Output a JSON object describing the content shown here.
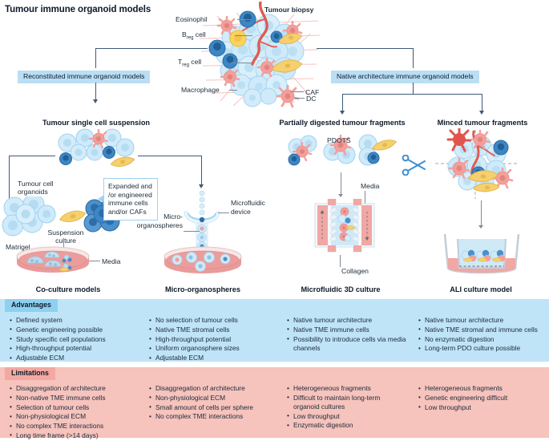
{
  "figure": {
    "title": "Tumour immune organoid models",
    "biopsy_label": "Tumour biopsy",
    "biopsy_annotations": [
      {
        "name": "eosinophil",
        "text": "Eosinophil"
      },
      {
        "name": "breg-cell",
        "text": "B",
        "sub": "reg",
        "suffix": " cell"
      },
      {
        "name": "treg-cell",
        "text": "T",
        "sub": "reg",
        "suffix": " cell"
      },
      {
        "name": "macrophage",
        "text": "Macrophage"
      },
      {
        "name": "caf",
        "text": "CAF"
      },
      {
        "name": "dc",
        "text": "DC"
      }
    ],
    "branch_boxes": [
      {
        "name": "reconstituted",
        "label": "Reconstituted immune organoid models"
      },
      {
        "name": "native",
        "label": "Native architecture immune organoid models"
      }
    ],
    "column_headers": [
      {
        "name": "tumour-single-cell-suspension",
        "label": "Tumour single cell suspension"
      },
      {
        "name": "partially-digested-tumour-fragments",
        "label": "Partially digested tumour fragments"
      },
      {
        "name": "minced-tumour-fragments",
        "label": "Minced tumour fragments"
      }
    ],
    "model_names": [
      {
        "name": "co-culture-models",
        "label": "Co-culture models"
      },
      {
        "name": "micro-organospheres",
        "label": "Micro-organospheres"
      },
      {
        "name": "microfluidic-3d-culture",
        "label": "Microfluidic 3D culture"
      },
      {
        "name": "ali-culture-model",
        "label": "ALI culture model"
      }
    ],
    "inline_annotations": {
      "tumour_cell_organoids": "Tumour cell\norganoids",
      "callout": "Expanded and\n/or engineered\nimmune cells\nand/or CAFs",
      "matrigel": "Matrigel",
      "suspension_culture": "Suspension\nculture",
      "media_left": "Media",
      "microfluidic_device": "Microfluidic\ndevice",
      "micro_organospheres": "Micro-\norganospheres",
      "pdots": "PDOTS",
      "media_mid": "Media",
      "collagen": "Collagen"
    }
  },
  "advantages": {
    "tag": "Advantages",
    "columns": [
      {
        "name": "advantages-co-culture",
        "items": [
          "Defined system",
          "Genetic engineering possible",
          "Study specific cell populations",
          "High-throughput potential",
          "Adjustable ECM"
        ]
      },
      {
        "name": "advantages-micro-organospheres",
        "items": [
          "No selection of tumour cells",
          "Native TME stromal cells",
          "High-throughput potential",
          "Uniform organosphere sizes",
          "Adjustable ECM"
        ]
      },
      {
        "name": "advantages-microfluidic",
        "items": [
          "Native tumour architecture",
          "Native TME immune cells",
          "Possibility to introduce cells via media channels"
        ]
      },
      {
        "name": "advantages-ali",
        "items": [
          "Native tumour architecture",
          "Native TME stromal and immune cells",
          "No enzymatic digestion",
          "Long-term PDO culture possible"
        ]
      }
    ]
  },
  "limitations": {
    "tag": "Limitations",
    "columns": [
      {
        "name": "limitations-co-culture",
        "items": [
          "Disaggregation of architecture",
          "Non-native TME immune cells",
          "Selection of tumour cells",
          "Non-physiological ECM",
          "No complex TME interactions",
          "Long time frame (>14 days)"
        ]
      },
      {
        "name": "limitations-micro-organospheres",
        "items": [
          "Disaggregation of architecture",
          "Non-physiological ECM",
          "Small amount of cells per sphere",
          "No complex TME interactions"
        ]
      },
      {
        "name": "limitations-microfluidic",
        "items": [
          "Heterogeneous fragments",
          "Difficult to maintain long-term organoid cultures",
          "Low throughput",
          "Enzymatic digestion"
        ]
      },
      {
        "name": "limitations-ali",
        "items": [
          "Heterogeneous fragments",
          "Genetic engineering difficult",
          "Low throughput"
        ]
      }
    ]
  },
  "colors": {
    "advantages_panel": "#bfe4f8",
    "advantages_tag": "#8ed0ef",
    "limitations_panel": "#f6c3bd",
    "limitations_tag": "#f3a9a2",
    "branch_box": "#badff5",
    "connector": "#3d5a78",
    "leader": "#7d8b99",
    "tumour_cell": "#cbe9f9",
    "immune_cell": "#4a90cb",
    "macrophage": "#f09a96",
    "caf": "#f3cf72",
    "media": "#eb9b99",
    "collagen": "#cfe9f7"
  }
}
